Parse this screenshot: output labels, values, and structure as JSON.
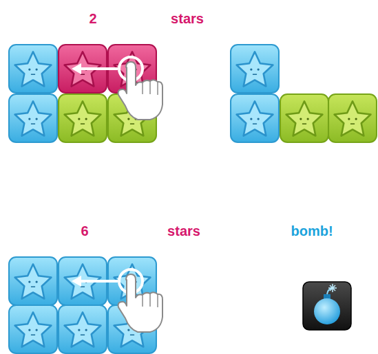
{
  "diagram": {
    "labels": [
      "2",
      "stars",
      "6",
      "stars",
      "bomb!"
    ]
  }
}
